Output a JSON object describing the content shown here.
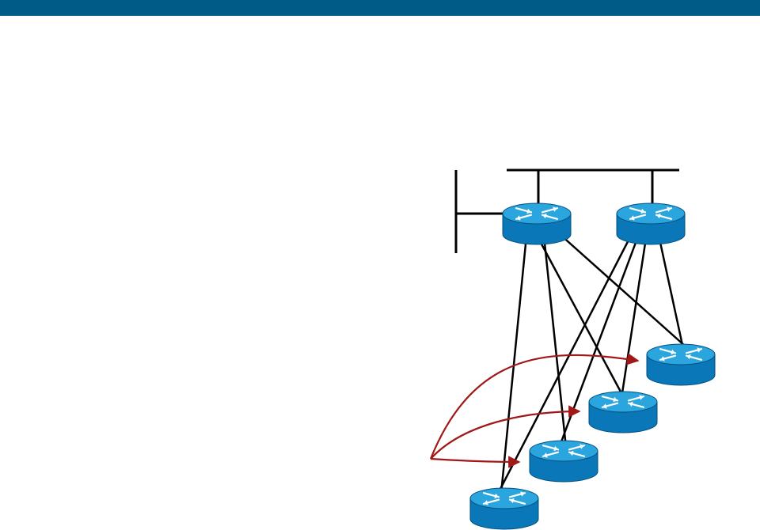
{
  "colors": {
    "header_bar": "#005b86",
    "link_line": "#000000",
    "arrow": "#a01818",
    "router_top": "#2aa5de",
    "router_body": "#0a78b8",
    "router_edge": "#04507e",
    "router_glyph": "#ffffff"
  },
  "icons": {
    "router": "router-icon",
    "arrow": "arrow-icon"
  },
  "routers": [
    {
      "id": "core-left",
      "role": "core"
    },
    {
      "id": "core-right",
      "role": "core"
    },
    {
      "id": "edge-1",
      "role": "edge"
    },
    {
      "id": "edge-2",
      "role": "edge"
    },
    {
      "id": "edge-3",
      "role": "edge"
    },
    {
      "id": "edge-4",
      "role": "edge"
    }
  ],
  "links": [
    [
      "core-left",
      "edge-1"
    ],
    [
      "core-left",
      "edge-2"
    ],
    [
      "core-left",
      "edge-3"
    ],
    [
      "core-left",
      "edge-4"
    ],
    [
      "core-right",
      "edge-1"
    ],
    [
      "core-right",
      "edge-2"
    ],
    [
      "core-right",
      "edge-3"
    ],
    [
      "core-right",
      "edge-4"
    ]
  ],
  "arrow_targets": [
    "edge-2",
    "edge-3",
    "edge-4"
  ]
}
